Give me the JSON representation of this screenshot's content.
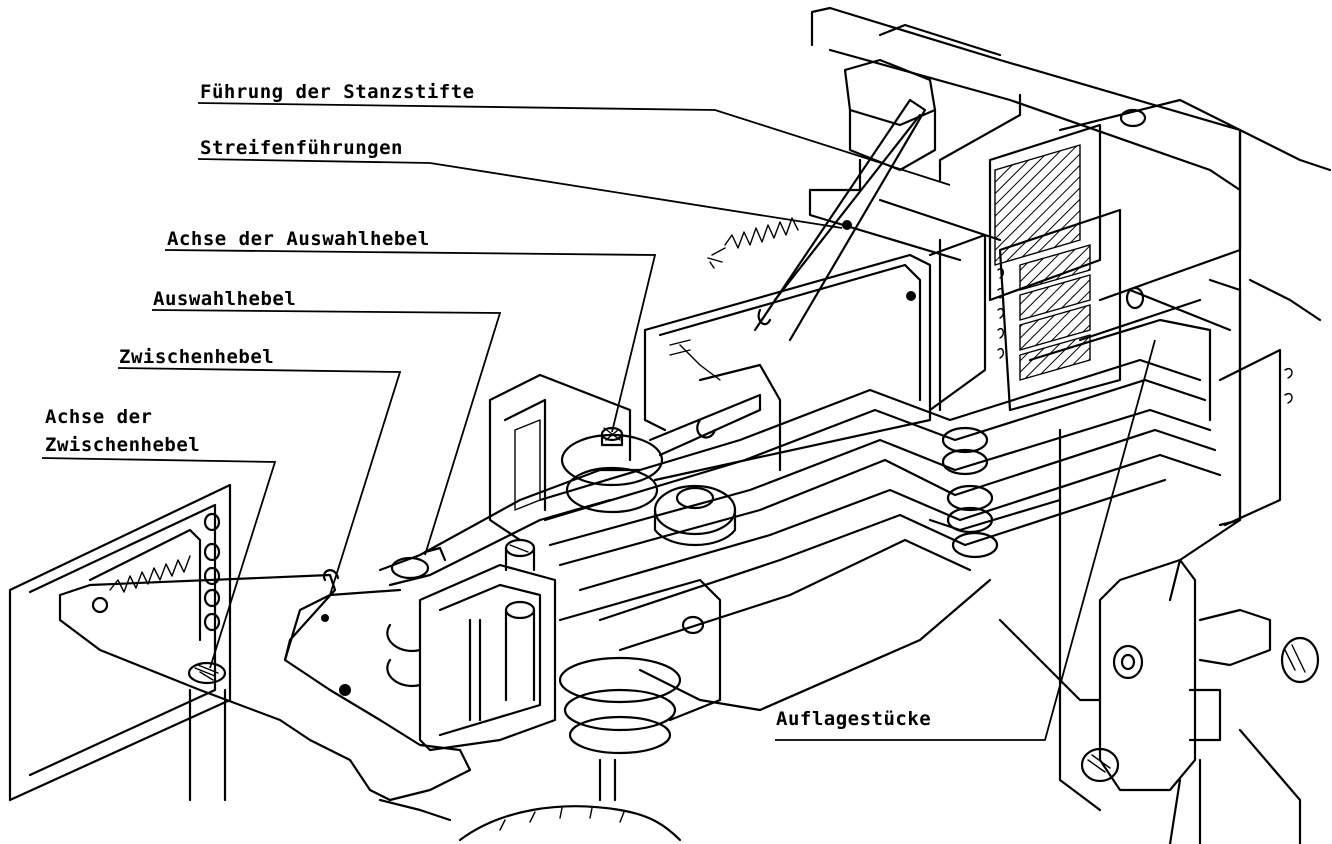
{
  "labels": {
    "fuehrung_stanzstifte": "Führung der Stanzstifte",
    "streifenfuehrungen": "Streifenführungen",
    "achse_auswahlhebel": "Achse der Auswahlhebel",
    "auswahlhebel": "Auswahlhebel",
    "zwischenhebel": "Zwischenhebel",
    "achse_zwischenhebel_line1": "Achse der",
    "achse_zwischenhebel_line2": "Zwischenhebel",
    "auflagestuecke": "Auflagestücke"
  },
  "colors": {
    "ink": "#000000",
    "paper": "#ffffff"
  }
}
